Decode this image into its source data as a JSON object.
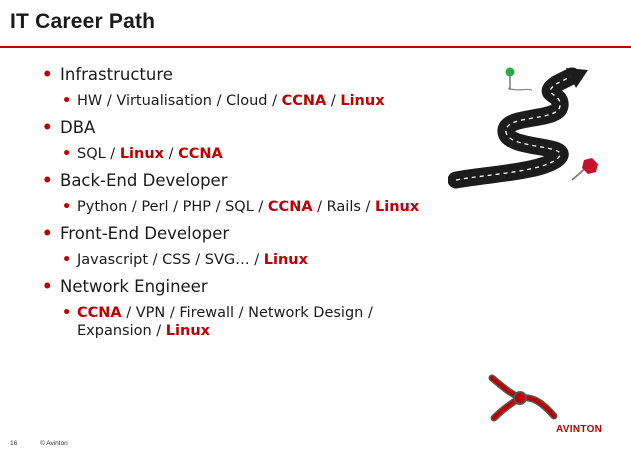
{
  "slide": {
    "title": "IT Career Path",
    "footer_page": "16",
    "footer_copyright": "© Avinton",
    "logo_text": "AVINTON"
  },
  "items": [
    {
      "label": "Infrastructure",
      "detail": [
        {
          "t": "HW / Virtualisation / Cloud / ",
          "hl": false
        },
        {
          "t": "CCNA",
          "hl": true
        },
        {
          "t": " / ",
          "hl": false
        },
        {
          "t": "Linux",
          "hl": true
        }
      ]
    },
    {
      "label": "DBA",
      "detail": [
        {
          "t": "SQL / ",
          "hl": false
        },
        {
          "t": "Linux",
          "hl": true
        },
        {
          "t": " / ",
          "hl": false
        },
        {
          "t": "CCNA",
          "hl": true
        }
      ]
    },
    {
      "label": "Back-End Developer",
      "detail": [
        {
          "t": "Python / Perl / PHP / SQL / ",
          "hl": false
        },
        {
          "t": "CCNA",
          "hl": true
        },
        {
          "t": " / Rails / ",
          "hl": false
        },
        {
          "t": "Linux",
          "hl": true
        }
      ]
    },
    {
      "label": "Front-End Developer",
      "detail": [
        {
          "t": "Javascript / CSS / SVG… / ",
          "hl": false
        },
        {
          "t": "Linux",
          "hl": true
        }
      ]
    },
    {
      "label": "Network Engineer",
      "detail": [
        {
          "t": "CCNA",
          "hl": true
        },
        {
          "t": " / VPN / Firewall / Network Design / Expansion / ",
          "hl": false
        },
        {
          "t": "Linux",
          "hl": true
        }
      ]
    }
  ],
  "colors": {
    "accent": "#c00000",
    "text": "#1a1a1a"
  }
}
